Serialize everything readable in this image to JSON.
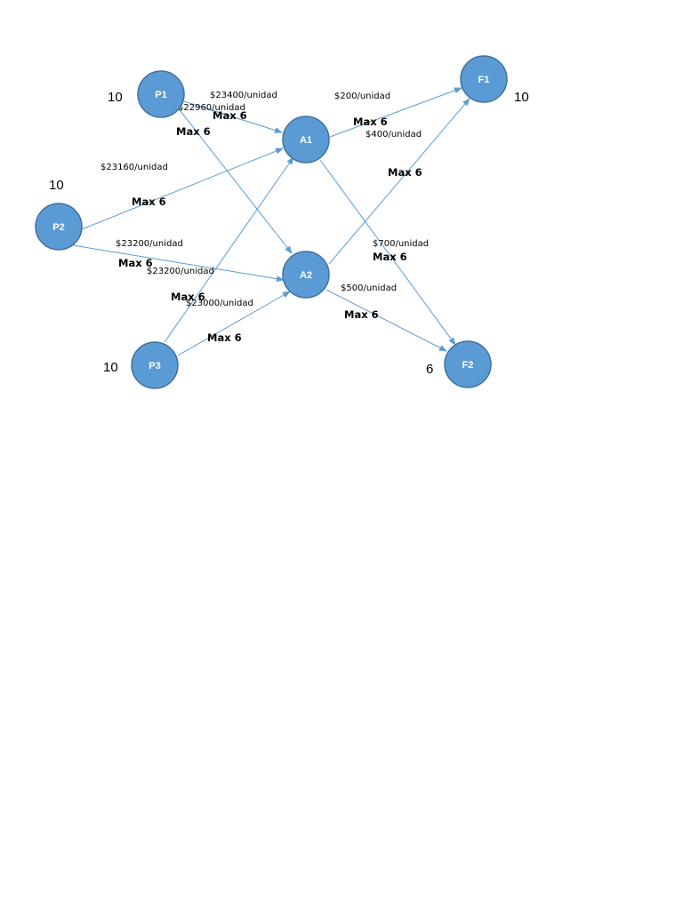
{
  "colors": {
    "node_fill": "#5b9bd5",
    "node_stroke": "#41719c",
    "edge": "#5b9bd5"
  },
  "nodes": {
    "P1": {
      "label": "P1",
      "quantity": "10"
    },
    "P2": {
      "label": "P2",
      "quantity": "10"
    },
    "P3": {
      "label": "P3",
      "quantity": "10"
    },
    "A1": {
      "label": "A1"
    },
    "A2": {
      "label": "A2"
    },
    "F1": {
      "label": "F1",
      "quantity": "10"
    },
    "F2": {
      "label": "F2",
      "quantity": "6"
    }
  },
  "edges": [
    {
      "from": "P1",
      "to": "A1",
      "cost": "$23400/unidad",
      "capacity": "Max 6"
    },
    {
      "from": "P1",
      "to": "A2",
      "cost": "$22960/unidad",
      "capacity": "Max 6"
    },
    {
      "from": "P2",
      "to": "A1",
      "cost": "$23160/unidad",
      "capacity": "Max 6"
    },
    {
      "from": "P2",
      "to": "A2",
      "cost": "$23200/unidad",
      "capacity": "Max 6"
    },
    {
      "from": "P3",
      "to": "A1",
      "cost": "$23200/unidad",
      "capacity": "Max 6"
    },
    {
      "from": "P3",
      "to": "A2",
      "cost": "$23000/unidad",
      "capacity": "Max 6"
    },
    {
      "from": "A1",
      "to": "F1",
      "cost": "$200/unidad",
      "capacity": "Max 6"
    },
    {
      "from": "A1",
      "to": "F2",
      "cost": "$700/unidad",
      "capacity": "Max 6"
    },
    {
      "from": "A2",
      "to": "F1",
      "cost": "$400/unidad",
      "capacity": "Max 6"
    },
    {
      "from": "A2",
      "to": "F2",
      "cost": "$500/unidad",
      "capacity": "Max 6"
    }
  ]
}
